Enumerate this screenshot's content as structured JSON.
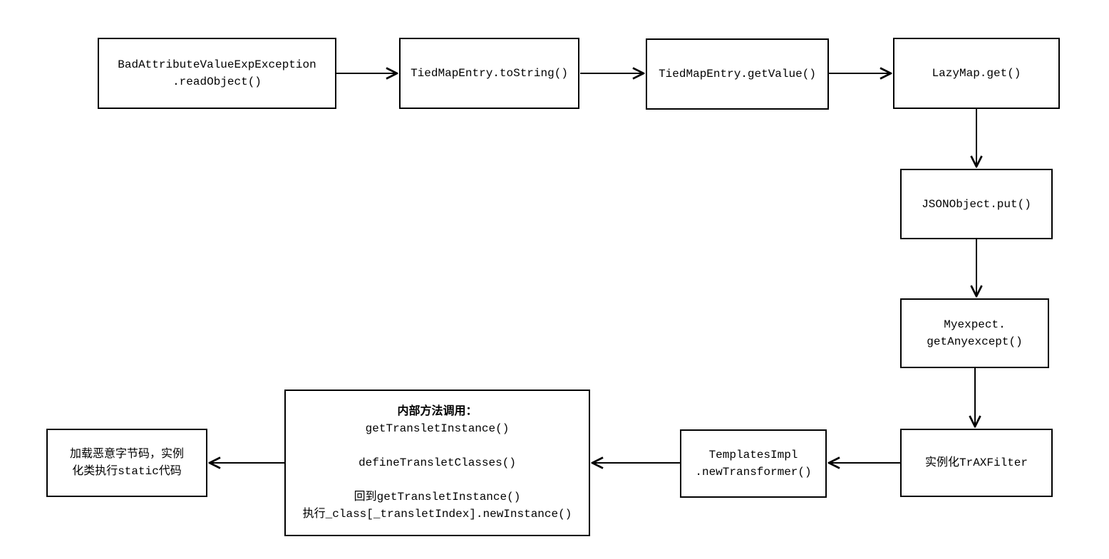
{
  "diagram": {
    "title": "Java deserialization gadget chain flow",
    "colors": {
      "background": "#ffffff",
      "box_border": "#000000",
      "text": "#000000",
      "arrow": "#000000"
    },
    "nodes": [
      {
        "id": "readobject",
        "lines": [
          "BadAttributeValueExpException",
          ".readObject()"
        ]
      },
      {
        "id": "tostring",
        "lines": [
          "TiedMapEntry.toString()"
        ]
      },
      {
        "id": "getvalue",
        "lines": [
          "TiedMapEntry.getValue()"
        ]
      },
      {
        "id": "lazymap",
        "lines": [
          "LazyMap.get()"
        ]
      },
      {
        "id": "jsonput",
        "lines": [
          "JSONObject.put()"
        ]
      },
      {
        "id": "myexpect",
        "lines": [
          "Myexpect.",
          "getAnyexcept()"
        ]
      },
      {
        "id": "traxfilter",
        "lines": [
          "实例化TrAXFilter"
        ]
      },
      {
        "id": "templates",
        "lines": [
          "TemplatesImpl",
          ".newTransformer()"
        ]
      },
      {
        "id": "internal",
        "lines": [
          "内部方法调用：",
          "getTransletInstance()",
          "",
          "defineTransletClasses()",
          "",
          "回到getTransletInstance()",
          "执行_class[_transletIndex].newInstance()"
        ]
      },
      {
        "id": "payload",
        "lines": [
          "加载恶意字节码，实例",
          "化类执行static代码"
        ]
      }
    ],
    "edges": [
      {
        "from": "readobject",
        "to": "tostring"
      },
      {
        "from": "tostring",
        "to": "getvalue"
      },
      {
        "from": "getvalue",
        "to": "lazymap"
      },
      {
        "from": "lazymap",
        "to": "jsonput"
      },
      {
        "from": "jsonput",
        "to": "myexpect"
      },
      {
        "from": "myexpect",
        "to": "traxfilter"
      },
      {
        "from": "traxfilter",
        "to": "templates"
      },
      {
        "from": "templates",
        "to": "internal"
      },
      {
        "from": "internal",
        "to": "payload"
      }
    ]
  }
}
